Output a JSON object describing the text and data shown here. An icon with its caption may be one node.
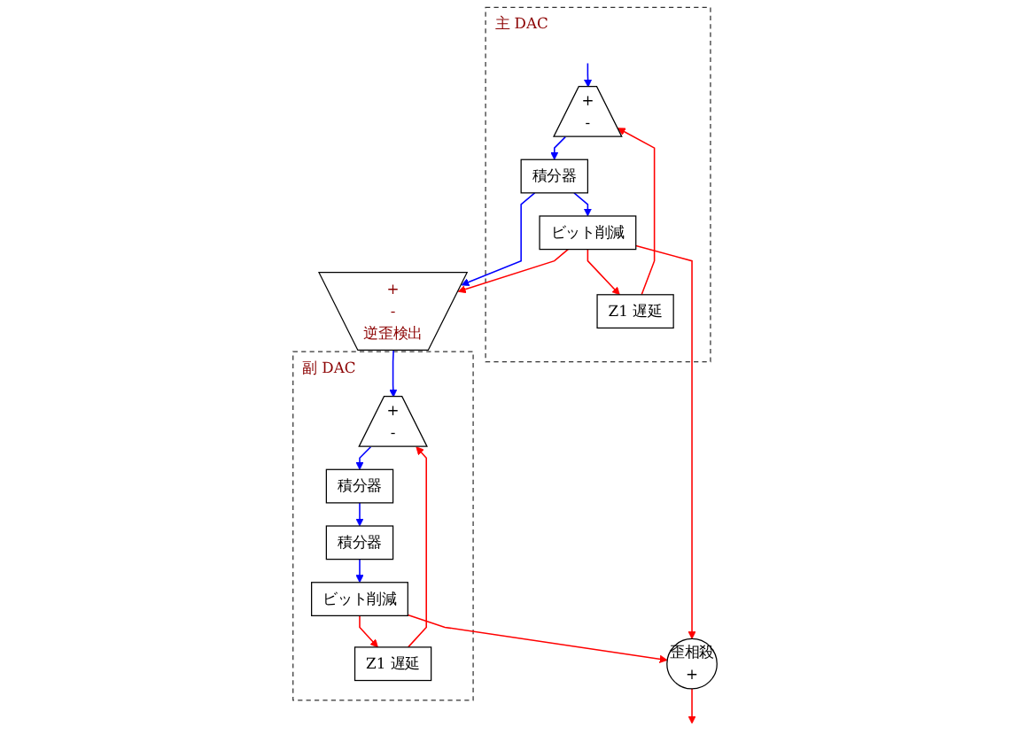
{
  "diagram": {
    "nodes": [
      {
        "text": [
          "主 DAC"
        ]
      },
      {
        "text": [
          "+",
          "-"
        ],
        "in": 0
      },
      {
        "text": [
          "積分器"
        ],
        "in": 0
      },
      {
        "text": [
          "ビット削減"
        ],
        "in": 0
      },
      {
        "text": [
          "Z1 遅延"
        ],
        "in": 0
      },
      {
        "text": [
          "+",
          "-",
          "逆歪検出"
        ]
      },
      {
        "text": [
          "歪相殺",
          "+"
        ]
      },
      {
        "text": [
          "副 DAC"
        ]
      },
      {
        "text": [
          "+",
          "-"
        ],
        "in": 7
      },
      {
        "text": [
          "積分器"
        ],
        "in": 7
      },
      {
        "text": [
          "積分器"
        ],
        "in": 7
      },
      {
        "text": [
          "ビット削減"
        ],
        "in": 7
      },
      {
        "text": [
          "Z1 遅延"
        ],
        "in": 7
      }
    ],
    "edges": [
      {
        "from": null,
        "to": 1,
        "arrow": "to",
        "color": "#0000ff"
      },
      {
        "from": 1,
        "to": 2,
        "arrow": "to",
        "color": "#0000ff"
      },
      {
        "from": 2,
        "to": 3,
        "arrow": "to",
        "color": "#0000ff"
      },
      {
        "from": 2,
        "to": 5,
        "arrow": "to",
        "color": "#0000ff"
      },
      {
        "from": 3,
        "to": 6,
        "arrow": "to",
        "color": "#ff0000"
      },
      {
        "from": 3,
        "to": 4,
        "arrow": "to",
        "color": "#ff0000"
      },
      {
        "from": 3,
        "to": 5,
        "arrow": "to",
        "color": "#ff0000"
      },
      {
        "from": 4,
        "to": 1,
        "arrow": "to",
        "color": "#ff0000"
      },
      {
        "from": 6,
        "to": null,
        "arrow": "to",
        "color": "#ff0000"
      },
      {
        "from": 5,
        "to": 8,
        "arrow": "to",
        "color": "#0000ff"
      },
      {
        "from": 8,
        "to": 9,
        "arrow": "to",
        "color": "#0000ff"
      },
      {
        "from": 9,
        "to": 10,
        "arrow": "to",
        "color": "#0000ff"
      },
      {
        "from": 10,
        "to": 11,
        "arrow": "to",
        "color": "#0000ff"
      },
      {
        "from": 11,
        "to": 6,
        "arrow": "to",
        "color": "#ff0000"
      },
      {
        "from": 11,
        "to": 12,
        "arrow": "to",
        "color": "#ff0000"
      },
      {
        "from": 12,
        "to": 8,
        "arrow": "to",
        "color": "#ff0000"
      }
    ]
  }
}
